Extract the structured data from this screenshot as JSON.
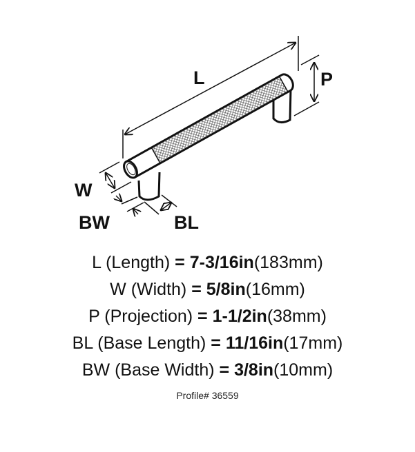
{
  "diagram": {
    "labels": {
      "length": "L",
      "projection": "P",
      "width": "W",
      "base_width": "BW",
      "base_length": "BL"
    }
  },
  "specs": [
    {
      "key": "L",
      "name": "(Length)",
      "eq": "=",
      "imperial": "7-3/16in",
      "metric": "(183mm)"
    },
    {
      "key": "W",
      "name": "(Width)",
      "eq": "=",
      "imperial": "5/8in",
      "metric": "(16mm)"
    },
    {
      "key": "P",
      "name": "(Projection)",
      "eq": "=",
      "imperial": "1-1/2in",
      "metric": "(38mm)"
    },
    {
      "key": "BL",
      "name": "(Base Length)",
      "eq": "=",
      "imperial": "11/16in",
      "metric": "(17mm)"
    },
    {
      "key": "BW",
      "name": "(Base Width)",
      "eq": "=",
      "imperial": "3/8in",
      "metric": "(10mm)"
    }
  ],
  "profile": "Profile# 36559"
}
